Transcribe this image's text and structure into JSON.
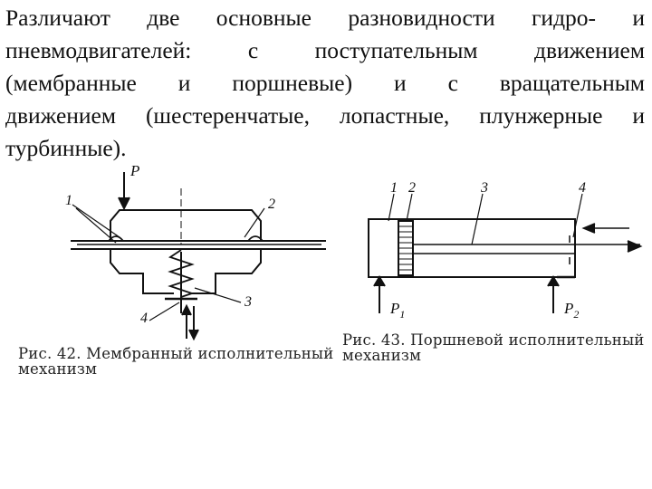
{
  "paragraph": {
    "lines": [
      "Различают две основные разновидности гидро- и",
      "пневмодвигателей: с поступательным движением",
      "(мембранные и поршневые) и с вращательным",
      "движением (шестеренчатые, лопастные, плунжерные и",
      "турбинные)."
    ]
  },
  "figure42": {
    "labels": {
      "p": "P",
      "n1": "1",
      "n2": "2",
      "n3": "3",
      "n4": "4"
    },
    "caption_line1": "Рис. 42. Мембранный исполнительный",
    "caption_line2": "механизм"
  },
  "figure43": {
    "labels": {
      "n1": "1",
      "n2": "2",
      "n3": "3",
      "n4": "4",
      "p1": "P",
      "p1_sub": "1",
      "p2": "P",
      "p2_sub": "2"
    },
    "caption_line1": "Рис. 43. Поршневой исполнительный",
    "caption_line2": "механизм"
  }
}
